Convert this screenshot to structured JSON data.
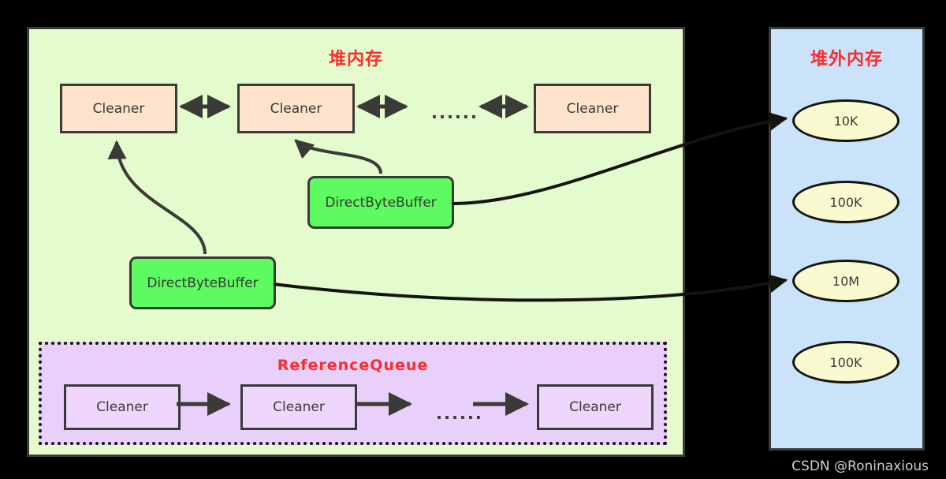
{
  "watermark": "CSDN @Roninaxious",
  "heap": {
    "title": "堆内存",
    "cleaner_chain": [
      {
        "label": "Cleaner"
      },
      {
        "label": "Cleaner"
      },
      {
        "label": "Cleaner"
      }
    ],
    "chain_ellipsis": "......",
    "buffers": [
      {
        "label": "DirectByteBuffer"
      },
      {
        "label": "DirectByteBuffer"
      }
    ]
  },
  "reference_queue": {
    "title": "ReferenceQueue",
    "cleaners": [
      {
        "label": "Cleaner"
      },
      {
        "label": "Cleaner"
      },
      {
        "label": "Cleaner"
      }
    ],
    "chain_ellipsis": "......"
  },
  "off_heap": {
    "title": "堆外内存",
    "blocks": [
      {
        "label": "10K"
      },
      {
        "label": "100K"
      },
      {
        "label": "10M"
      },
      {
        "label": "100K"
      }
    ]
  },
  "colors": {
    "background": "#000000",
    "heap_fill": "#e4fbcd",
    "offheap_fill": "#cbe3fa",
    "cleaner_fill": "#ffe3cc",
    "buffer_fill": "#5dfa61",
    "refqueue_fill": "#e8d0fb",
    "memblock_fill": "#fafad0",
    "title_red": "#ff2a2a",
    "stroke": "#3a3a36"
  }
}
